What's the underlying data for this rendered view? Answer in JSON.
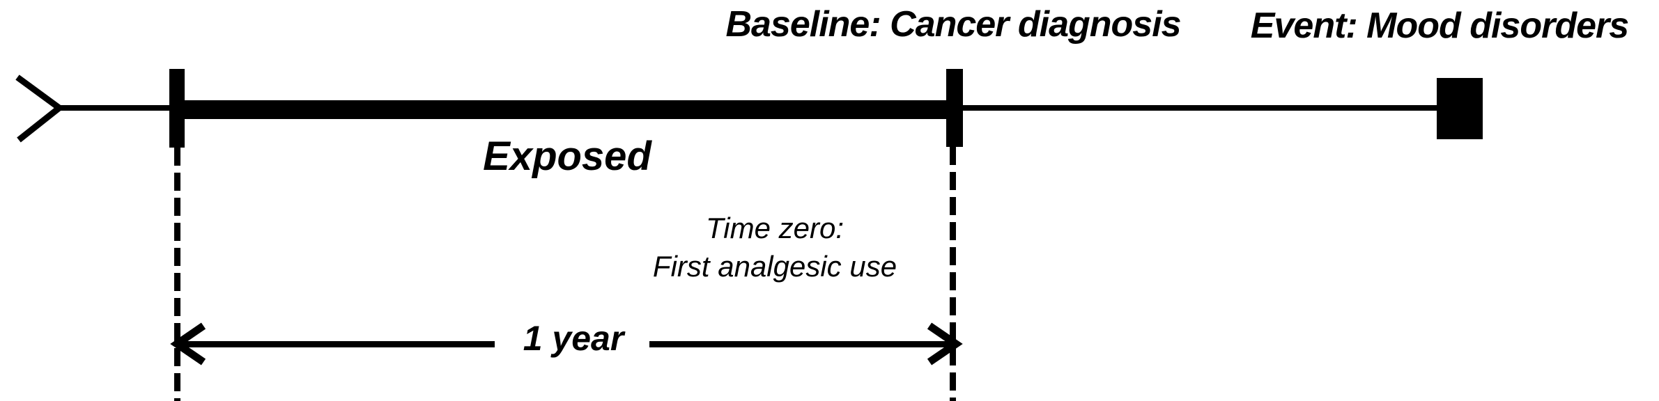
{
  "figure": {
    "colors": {
      "ink": "#000000",
      "background": "#ffffff"
    },
    "top_labels": {
      "baseline_label": "Baseline: Cancer diagnosis",
      "event_label": "Event: Mood disorders"
    },
    "timeline": {
      "exposed_label": "Exposed",
      "start_icon": "timeline-start-chevron",
      "exposure_start_marker": "tick-mark",
      "baseline_marker": "tick-mark",
      "event_marker": "filled-square"
    },
    "time_zero_annotation": {
      "line1": "Time zero:",
      "line2": "First analgesic use"
    },
    "duration_annotation": {
      "label": "1 year"
    }
  }
}
